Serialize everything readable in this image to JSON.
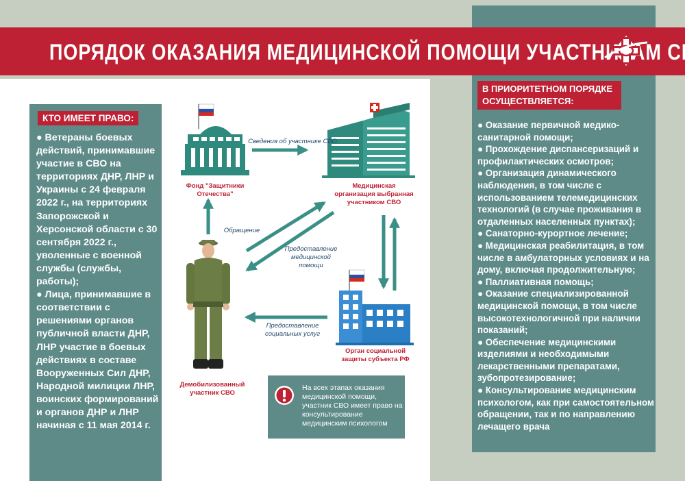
{
  "banner": {
    "title": "ПОРЯДОК ОКАЗАНИЯ МЕДИЦИНСКОЙ ПОМОЩИ УЧАСТНИКАМ СВО",
    "logo_icon": "medical-cross-logo-icon"
  },
  "left": {
    "heading": "КТО ИМЕЕТ ПРАВО:",
    "items": [
      "●  Ветераны боевых действий, принимавшие участие в СВО на территориях ДНР, ЛНР и Украины с 24 февраля 2022 г., на территориях Запорожской и Херсонской области с 30 сентября 2022 г., уволенные с военной службы (службы, работы);",
      "●  Лица, принимавшие в соответствии с решениями органов публичной власти ДНР, ЛНР участие в боевых действиях в составе Вооруженных Сил ДНР, Народной милиции ЛНР, воинских формирований и органов ДНР и ЛНР начиная с 11 мая 2014 г."
    ]
  },
  "right": {
    "heading": "В ПРИОРИТЕТНОМ ПОРЯДКЕ ОСУЩЕСТВЛЯЕТСЯ:",
    "items": [
      "●  Оказание первичной медико-санитарной помощи;",
      "●  Прохождение диспансеризаций и профилактических осмотров;",
      "●  Организация динамического наблюдения, в том числе с использованием телемедицинских технологий (в случае проживания в отдаленных населенных пунктах);",
      "●  Санаторно-курортное лечение;",
      "●  Медицинская реабилитация, в том числе в амбулаторных условиях и на дому, включая продолжительную;",
      "●  Паллиативная помощь;",
      "●  Оказание специализированной медицинской помощи, в том числе высокотехнологичной при наличии показаний;",
      "●  Обеспечение медицинскими изделиями и необходимыми лекарственными препаратами, зубопротезирование;",
      "●  Консультирование медицинским психологом, как при самостоятельном обращении, так и по направлению лечащего врача"
    ]
  },
  "diagram": {
    "fund": "Фонд \"Защитники Отечества\"",
    "medical": "Медицинская организация выбранная участником СВО",
    "social": "Орган социальной защиты субъекта РФ",
    "soldier": "Демобилизованный участник СВО",
    "flow_info": "Сведения об участнике СВО",
    "flow_appeal": "Обращение",
    "flow_medical": "Предоставление медицинской помощи",
    "flow_social": "Предоставление социальных услуг"
  },
  "note": {
    "icon": "warning-exclamation-icon",
    "text": "На всех этапах оказания медицинской помощи, участник СВО имеет право на консультирование медицинским психологом"
  },
  "colors": {
    "red": "#be2133",
    "teal": "#5e8a88",
    "arrow": "#3a8f87",
    "background": "#c5cec1"
  }
}
